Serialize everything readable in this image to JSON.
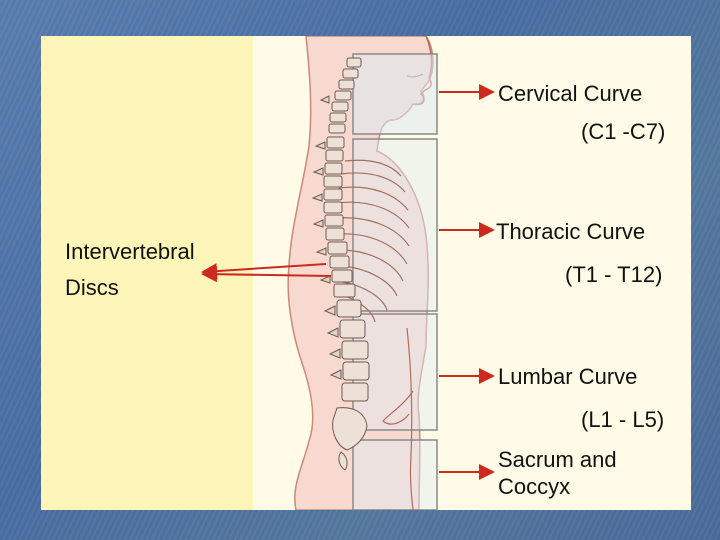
{
  "labels": {
    "cervical_name": "Cervical Curve",
    "cervical_range": "(C1 -C7)",
    "thoracic_name": "Thoracic Curve",
    "thoracic_range": "(T1 - T12)",
    "lumbar_name": "Lumbar Curve",
    "lumbar_range": "(L1 - L5)",
    "sacrum_line1": "Sacrum and",
    "sacrum_line2": "Coccyx",
    "discs_line1": "Intervertebral",
    "discs_line2": "Discs"
  },
  "colors": {
    "panel": "#fffbe6",
    "panel_left_band": "#fef6b8",
    "body_skin": "#f7d9d0",
    "pointer_arrow": "#cc2a1f",
    "slide_background": "#4f74a8"
  }
}
